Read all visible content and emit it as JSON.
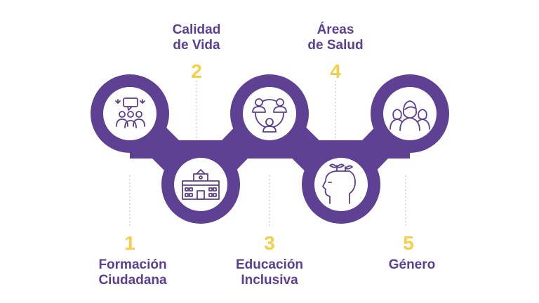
{
  "colors": {
    "band": "#5e4192",
    "circle": "#ffffff",
    "icon": "#5b3f92",
    "number": "#f5cf4a",
    "text": "#5b3f92",
    "dash": "#bdbdbd"
  },
  "steps": [
    {
      "number": "1",
      "label_line1": "Formación",
      "label_line2": "Ciudadana",
      "icon": "discussion-group-icon"
    },
    {
      "number": "2",
      "label_line1": "Calidad",
      "label_line2": "de Vida",
      "icon": "building-icon"
    },
    {
      "number": "3",
      "label_line1": "Educación",
      "label_line2": "Inclusiva",
      "icon": "connected-people-icon"
    },
    {
      "number": "4",
      "label_line1": "Áreas",
      "label_line2": "de Salud",
      "icon": "mind-growth-icon"
    },
    {
      "number": "5",
      "label_line1": "Género",
      "label_line2": "",
      "icon": "women-group-icon"
    }
  ]
}
